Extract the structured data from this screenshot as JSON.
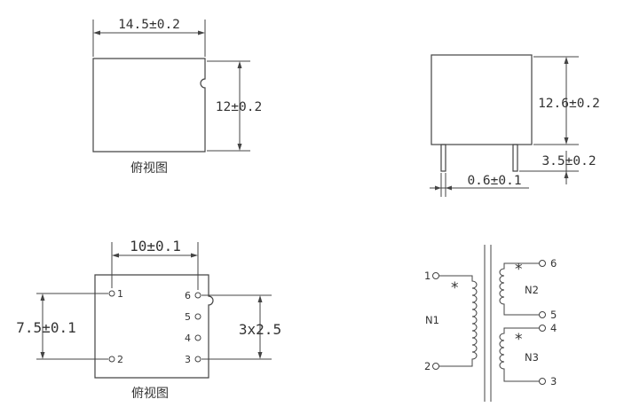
{
  "top_view": {
    "width_dim": "14.5±0.2",
    "height_dim": "12±0.2",
    "caption": "俯视图"
  },
  "side_view": {
    "height_dim": "12.6±0.2",
    "pin_length_dim": "3.5±0.2",
    "pin_width_dim": "0.6±0.1"
  },
  "pin_view": {
    "pin_spacing_dim": "10±0.1",
    "row_spacing_dim": "7.5±0.1",
    "pitch_dim": "3x2.5",
    "pins_left": [
      "1",
      "2"
    ],
    "pins_right": [
      "6",
      "5",
      "4",
      "3"
    ],
    "caption": "俯视图"
  },
  "schematic": {
    "pin_1": "1",
    "pin_2": "2",
    "pin_3": "3",
    "pin_4": "4",
    "pin_5": "5",
    "pin_6": "6",
    "winding_n1": "N1",
    "winding_n2": "N2",
    "winding_n3": "N3",
    "dot_marker": "*"
  }
}
